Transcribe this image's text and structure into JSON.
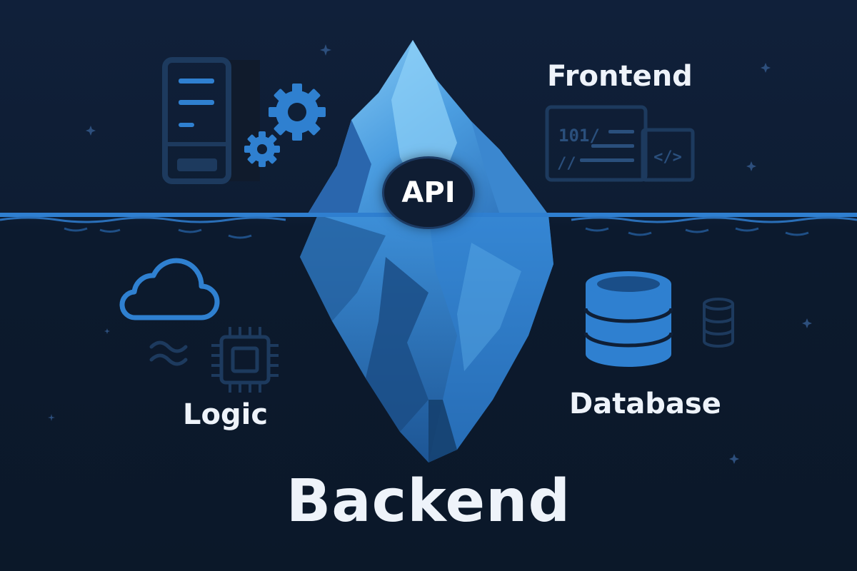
{
  "labels": {
    "frontend": "Frontend",
    "api": "API",
    "logic": "Logic",
    "database": "Database",
    "backend": "Backend"
  },
  "code_panel": {
    "binary": "101/",
    "comment": "//",
    "tag": "</>"
  },
  "colors": {
    "background": "#0d1b2e",
    "waterline": "#2f7fd0",
    "ice_light": "#6bb8ee",
    "ice_mid": "#3f8fd6",
    "ice_dark": "#1e5b9e",
    "icon_blue": "#2f80d0",
    "icon_muted": "#1d3a5e",
    "text": "#eef3fa"
  },
  "icons": [
    "server-icon",
    "gear-icon",
    "code-panel-icon",
    "code-tag-icon",
    "cloud-icon",
    "chip-icon",
    "database-icon"
  ]
}
